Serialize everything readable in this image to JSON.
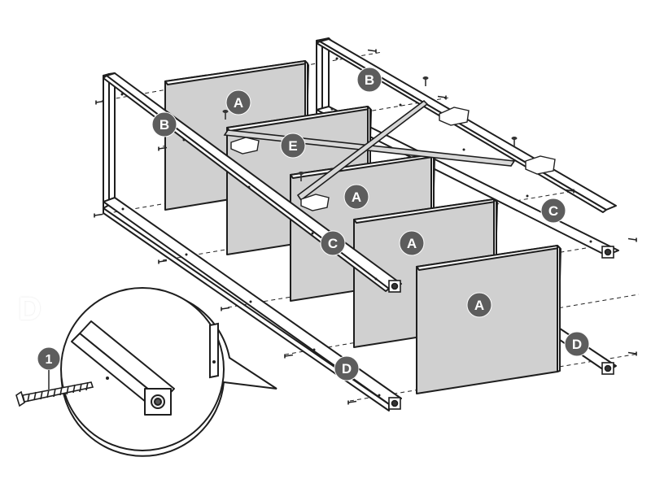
{
  "step_label": "D",
  "part_labels": {
    "a1": "A",
    "a2": "A",
    "a3": "A",
    "a4": "A",
    "b1": "B",
    "b2": "B",
    "c1": "C",
    "c2": "C",
    "d1": "D",
    "d2": "D",
    "e1": "E",
    "screw": "1"
  },
  "colors": {
    "background": "#ffffff",
    "outline": "#1e1e1e",
    "panel_fill": "#d0d0d0",
    "frame_fill": "#ffffff",
    "callout_fill": "#5d5d5d",
    "callout_text": "#ffffff",
    "guide_line": "#222222"
  }
}
